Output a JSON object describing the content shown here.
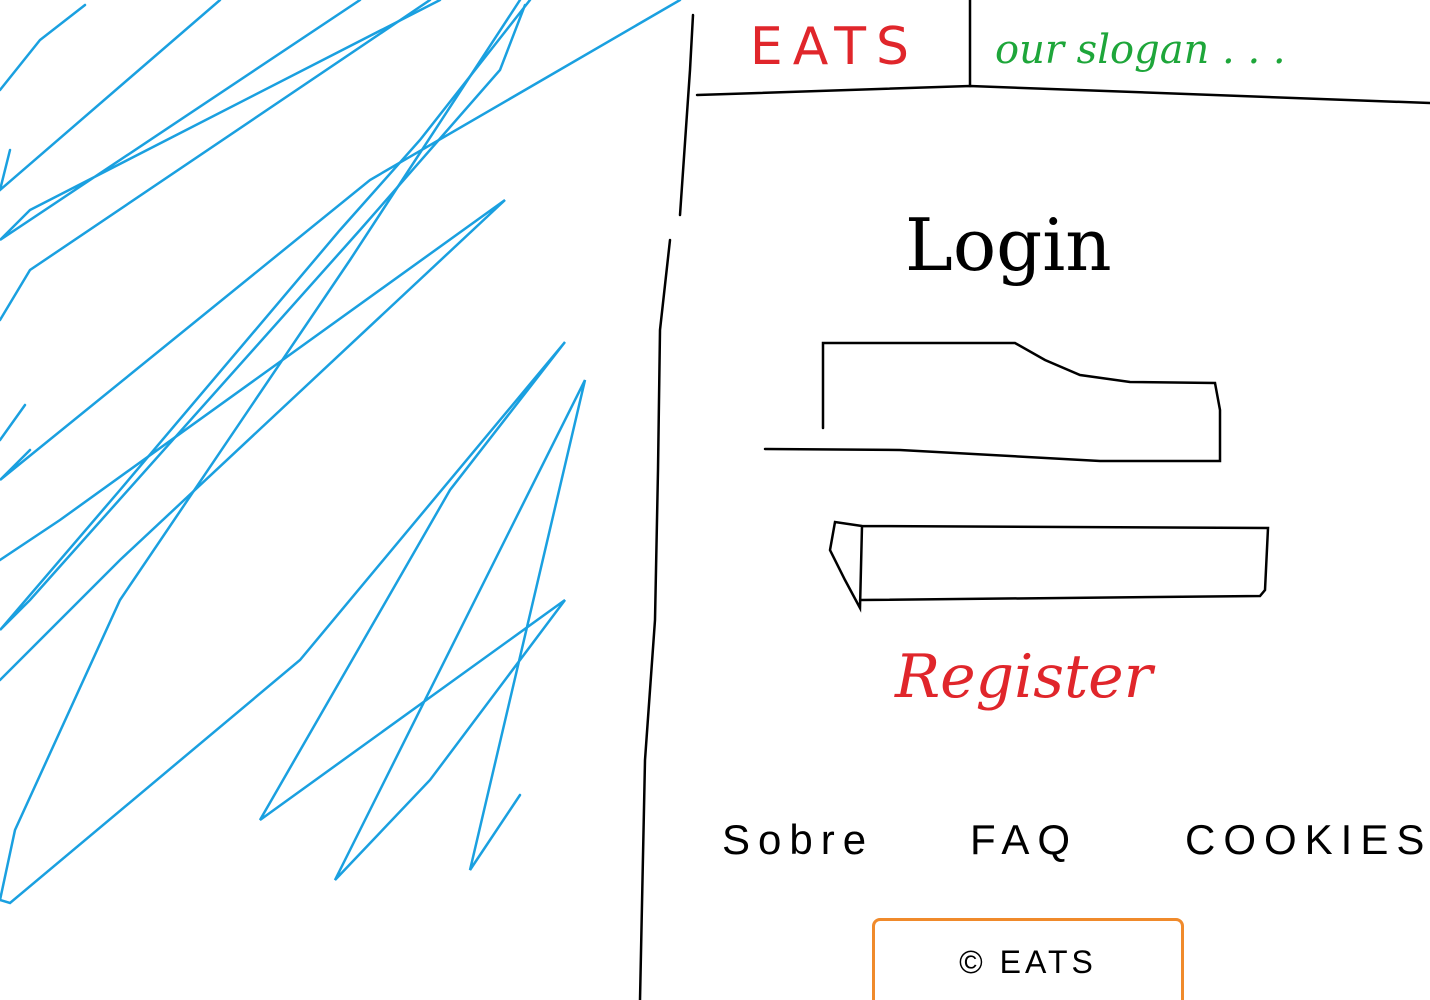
{
  "header": {
    "logo": "EATS",
    "slogan": "our slogan . . ."
  },
  "login": {
    "title": "Login",
    "field_1_value": "",
    "field_2_value": ""
  },
  "register_link": "Register",
  "footer": {
    "links": [
      "Sobre",
      "FAQ",
      "COOKIES"
    ],
    "copyright": "© EATS"
  },
  "colors": {
    "logo": "#e0262b",
    "slogan": "#1ea63a",
    "register": "#e0262b",
    "hatch": "#1aa0e0",
    "copyright_border": "#f08a2b",
    "lines": "#000000"
  },
  "icons": {
    "hero_illustration": "blue-hatch-scribble-placeholder"
  }
}
